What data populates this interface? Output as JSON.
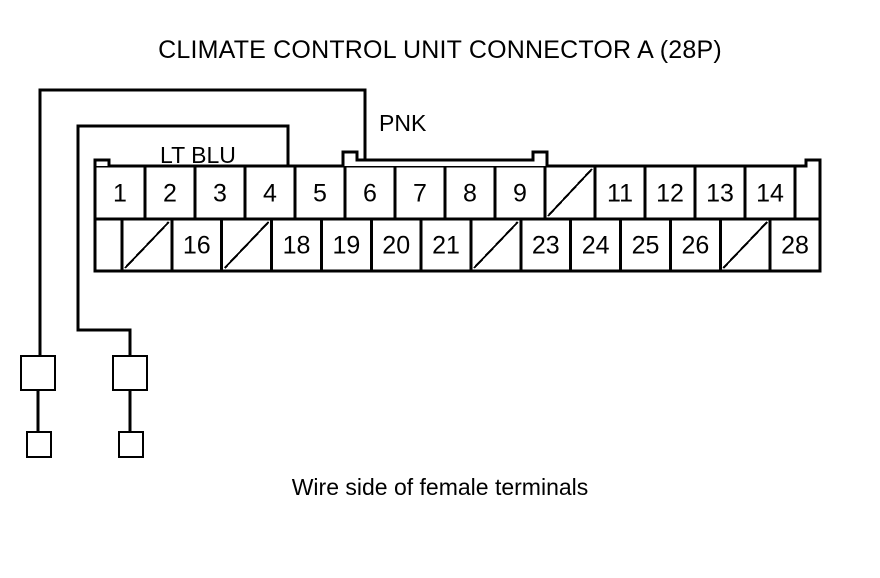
{
  "title": "CLIMATE CONTROL UNIT CONNECTOR A (28P)",
  "caption": "Wire side of female terminals",
  "colors": {
    "ink": "#000000",
    "paper": "#ffffff"
  },
  "wire_labels": [
    {
      "id": "lt-blu",
      "text": "LT BLU",
      "pin": 2
    },
    {
      "id": "pnk",
      "text": "PNK",
      "pin": 6
    }
  ],
  "connector": {
    "name": "Connector A",
    "pin_count": 28,
    "rows": [
      {
        "id": "top-row",
        "cells": [
          {
            "label": "1",
            "blank": false
          },
          {
            "label": "2",
            "blank": false
          },
          {
            "label": "3",
            "blank": false
          },
          {
            "label": "4",
            "blank": false
          },
          {
            "label": "5",
            "blank": false
          },
          {
            "label": "6",
            "blank": false
          },
          {
            "label": "7",
            "blank": false
          },
          {
            "label": "8",
            "blank": false
          },
          {
            "label": "9",
            "blank": false
          },
          {
            "label": "",
            "blank": true
          },
          {
            "label": "11",
            "blank": false
          },
          {
            "label": "12",
            "blank": false
          },
          {
            "label": "13",
            "blank": false
          },
          {
            "label": "14",
            "blank": false
          }
        ]
      },
      {
        "id": "bottom-row",
        "cells": [
          {
            "label": "",
            "blank": true
          },
          {
            "label": "16",
            "blank": false
          },
          {
            "label": "",
            "blank": true
          },
          {
            "label": "18",
            "blank": false
          },
          {
            "label": "19",
            "blank": false
          },
          {
            "label": "20",
            "blank": false
          },
          {
            "label": "21",
            "blank": false
          },
          {
            "label": "",
            "blank": true
          },
          {
            "label": "23",
            "blank": false
          },
          {
            "label": "24",
            "blank": false
          },
          {
            "label": "25",
            "blank": false
          },
          {
            "label": "26",
            "blank": false
          },
          {
            "label": "",
            "blank": true
          },
          {
            "label": "28",
            "blank": false
          }
        ]
      }
    ]
  },
  "terminals": [
    {
      "id": "terminal-lt-blu",
      "wire": "LT BLU"
    },
    {
      "id": "terminal-pnk",
      "wire": "PNK"
    }
  ]
}
